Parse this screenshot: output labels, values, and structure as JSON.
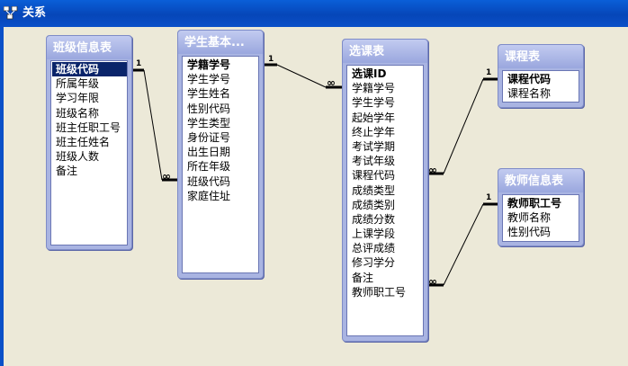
{
  "window": {
    "title": "关系"
  },
  "tables": [
    {
      "id": "class",
      "title": "班级信息表",
      "fields": [
        "班级代码",
        "所属年级",
        "学习年限",
        "班级名称",
        "班主任职工号",
        "班主任姓名",
        "班级人数",
        "备注"
      ]
    },
    {
      "id": "student",
      "title": "学生基本...",
      "fields": [
        "学籍学号",
        "学生学号",
        "学生姓名",
        "性别代码",
        "学生类型",
        "身份证号",
        "出生日期",
        "所在年级",
        "班级代码",
        "家庭住址"
      ]
    },
    {
      "id": "course_sel",
      "title": "选课表",
      "fields": [
        "选课ID",
        "学籍学号",
        "学生学号",
        "起始学年",
        "终止学年",
        "考试学期",
        "考试年级",
        "课程代码",
        "成绩类型",
        "成绩类别",
        "成绩分数",
        "上课学段",
        "总评成绩",
        "修习学分",
        "备注",
        "教师职工号"
      ]
    },
    {
      "id": "course",
      "title": "课程表",
      "fields": [
        "课程代码",
        "课程名称"
      ]
    },
    {
      "id": "teacher",
      "title": "教师信息表",
      "fields": [
        "教师职工号",
        "教师名称",
        "性别代码"
      ]
    }
  ],
  "relationships": [
    {
      "one_label": "1",
      "many_label": "∞"
    },
    {
      "one_label": "1",
      "many_label": "∞"
    },
    {
      "one_label": "1",
      "many_label": "∞"
    },
    {
      "one_label": "1",
      "many_label": "∞"
    }
  ]
}
